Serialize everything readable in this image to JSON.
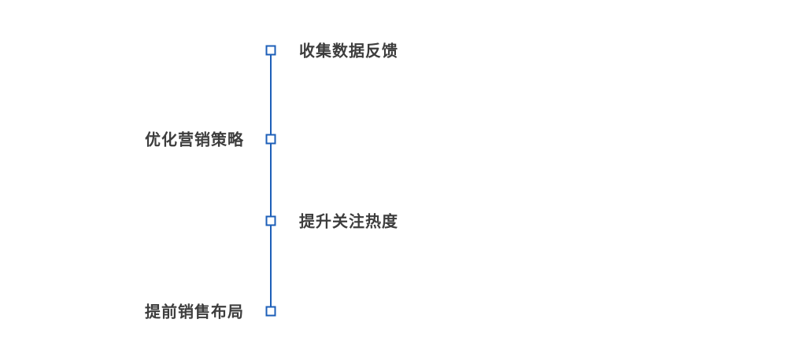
{
  "diagram": {
    "type": "vertical-timeline",
    "colors": {
      "accent": "#1d5fb8",
      "label_text": "#3d3d3d",
      "background": "#ffffff"
    },
    "nodes": [
      {
        "label": "收集数据反馈",
        "side": "right"
      },
      {
        "label": "优化营销策略",
        "side": "left"
      },
      {
        "label": "提升关注热度",
        "side": "right"
      },
      {
        "label": "提前销售布局",
        "side": "left"
      }
    ]
  }
}
